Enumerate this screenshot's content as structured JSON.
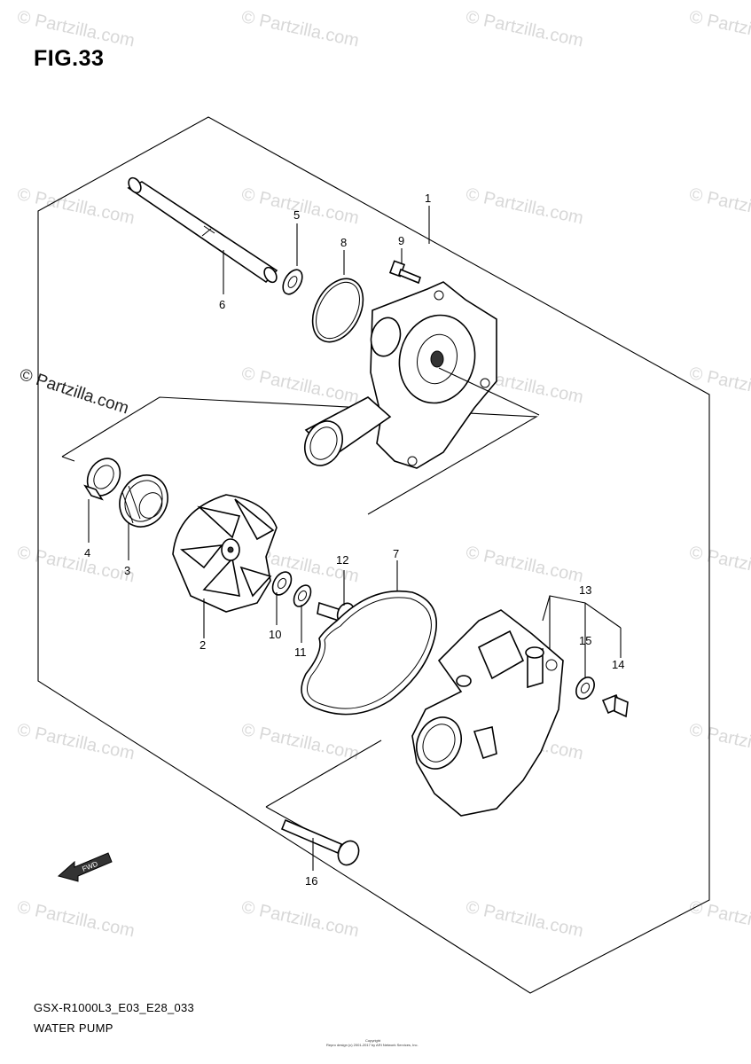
{
  "figure_label": "FIG.33",
  "model_code": "GSX-R1000L3_E03_E28_033",
  "section_title": "WATER PUMP",
  "watermark_text": "© Partzilla.com",
  "watermark_prominent": "© Partzilla.com",
  "copyright_line_1": "Copyright",
  "copyright_line_2": "Repro design (c) 2001-2017 by ARI Network Services, Inc.",
  "fwd_label": "FWD",
  "callouts": {
    "p1": "1",
    "p2": "2",
    "p3": "3",
    "p4": "4",
    "p5": "5",
    "p6": "6",
    "p7": "7",
    "p8": "8",
    "p9": "9",
    "p10": "10",
    "p11": "11",
    "p12": "12",
    "p13": "13",
    "p14": "14",
    "p15": "15",
    "p16": "16"
  },
  "colors": {
    "ink": "#000000",
    "watermark": "#d8d8d8",
    "background": "#ffffff"
  }
}
